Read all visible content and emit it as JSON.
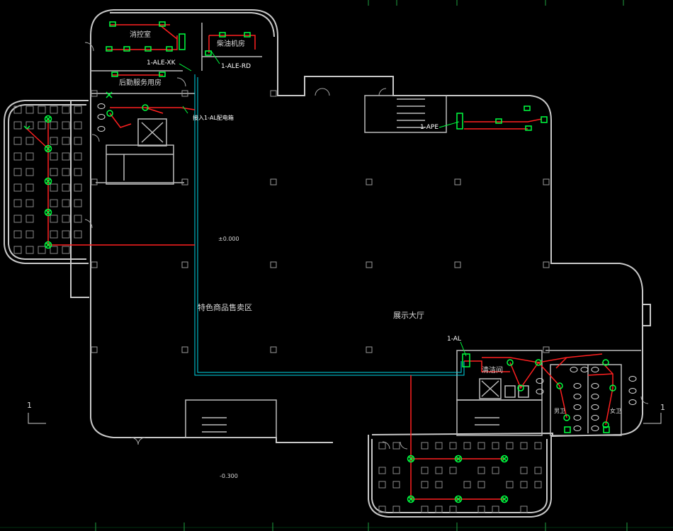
{
  "rooms": {
    "fire_control": "消控室",
    "generator_room": "柴油机房",
    "logistics": "后勤服务用房",
    "specialty_sales": "特色商品售卖区",
    "exhibition_hall": "展示大厅",
    "cleaning_room": "清洁间",
    "male_toilet": "男卫",
    "female_toilet": "女卫"
  },
  "panels": {
    "ale_xk": "1-ALE-XK",
    "ale_rd": "1-ALE-RD",
    "ape": "1-APE",
    "al": "1-AL",
    "al_incoming": "接入1-AL配电箱"
  },
  "elevations": {
    "main": "±0.000",
    "outdoor": "-0.300"
  },
  "axis_marks": {
    "left": "1",
    "right": "1"
  },
  "colors": {
    "background": "#000000",
    "walls": "#c8c8c8",
    "wiring": "#ff2020",
    "fixtures": "#00ff40",
    "boundary": "#00d8e8",
    "grid_axis": "#00a040"
  }
}
